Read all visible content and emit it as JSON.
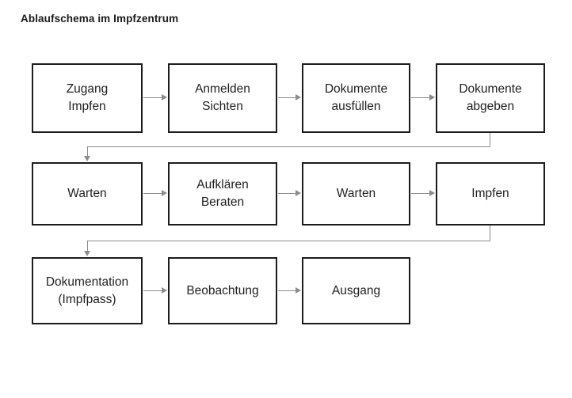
{
  "diagram": {
    "title": "Ablaufschema im Impfzentrum",
    "type": "flowchart",
    "orientation": "left-to-right, wrapping into 3 rows",
    "background_color": "#ffffff",
    "node_border_color": "#1c1c1c",
    "connector_color": "#8c8c8c",
    "text_color": "#1f1f1f",
    "rows": [
      {
        "row_index": 1,
        "nodes": [
          {
            "id": "n1",
            "label": "Zugang\nImpfen",
            "line1": "Zugang",
            "line2": "Impfen"
          },
          {
            "id": "n2",
            "label": "Anmelden\nSichten",
            "line1": "Anmelden",
            "line2": "Sichten"
          },
          {
            "id": "n3",
            "label": "Dokumente\nausfüllen",
            "line1": "Dokumente",
            "line2": "ausfüllen"
          },
          {
            "id": "n4",
            "label": "Dokumente\nabgeben",
            "line1": "Dokumente",
            "line2": "abgeben"
          }
        ]
      },
      {
        "row_index": 2,
        "nodes": [
          {
            "id": "n5",
            "label": "Warten",
            "line1": "Warten",
            "line2": ""
          },
          {
            "id": "n6",
            "label": "Aufklären\nBeraten",
            "line1": "Aufklären",
            "line2": "Beraten"
          },
          {
            "id": "n7",
            "label": "Warten",
            "line1": "Warten",
            "line2": ""
          },
          {
            "id": "n8",
            "label": "Impfen",
            "line1": "Impfen",
            "line2": ""
          }
        ]
      },
      {
        "row_index": 3,
        "nodes": [
          {
            "id": "n9",
            "label": "Dokumentation\n(Impfpass)",
            "line1": "Dokumentation",
            "line2": "(Impfpass)"
          },
          {
            "id": "n10",
            "label": "Beobachtung",
            "line1": "Beobachtung",
            "line2": ""
          },
          {
            "id": "n11",
            "label": "Ausgang",
            "line1": "Ausgang",
            "line2": ""
          }
        ]
      }
    ],
    "edges": [
      {
        "from": "n1",
        "to": "n2",
        "kind": "horizontal-arrow"
      },
      {
        "from": "n2",
        "to": "n3",
        "kind": "horizontal-arrow"
      },
      {
        "from": "n3",
        "to": "n4",
        "kind": "horizontal-arrow"
      },
      {
        "from": "n4",
        "to": "n5",
        "kind": "wrap-down-left-arrow"
      },
      {
        "from": "n5",
        "to": "n6",
        "kind": "horizontal-arrow"
      },
      {
        "from": "n6",
        "to": "n7",
        "kind": "horizontal-arrow"
      },
      {
        "from": "n7",
        "to": "n8",
        "kind": "horizontal-arrow"
      },
      {
        "from": "n8",
        "to": "n9",
        "kind": "wrap-down-left-arrow"
      },
      {
        "from": "n9",
        "to": "n10",
        "kind": "horizontal-arrow"
      },
      {
        "from": "n10",
        "to": "n11",
        "kind": "horizontal-arrow"
      }
    ]
  }
}
